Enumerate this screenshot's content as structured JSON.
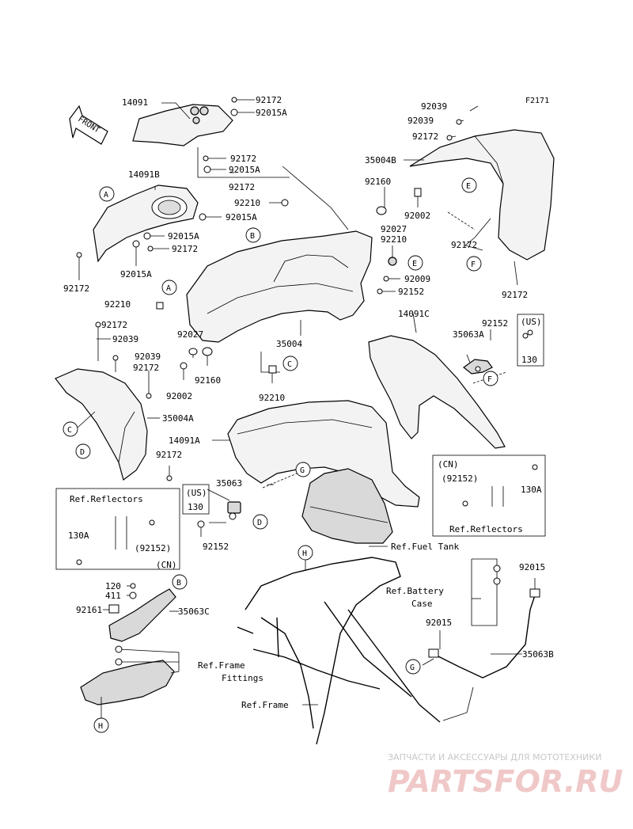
{
  "diagram_code": "F2171",
  "front_arrow_text": "FRONT",
  "watermark": {
    "tagline": "ЗАПЧАСТИ И АКСЕССУАРЫ ДЛЯ МОТОТЕХНИКИ",
    "logo": "PARTSFOR.RU"
  },
  "part_labels": {
    "p14091": "14091",
    "p92172_a": "92172",
    "p92015A_a": "92015A",
    "p92172_b": "92172",
    "p92015A_b": "92015A",
    "p14091B": "14091B",
    "p92172_c": "92172",
    "p92015A_c": "92015A",
    "p92015A_d": "92015A",
    "p92172_d": "92172",
    "p92172_e": "92172",
    "p92015A_e": "92015A",
    "p92210_a": "92210",
    "p92210_b": "92210",
    "p92039_a": "92039",
    "p92039_b": "92039",
    "p92172_f": "92172",
    "p35004B": "35004B",
    "p92160_a": "92160",
    "p92002_a": "92002",
    "p92027_a": "92027",
    "p92210_c": "92210",
    "p92172_g": "92172",
    "p92172_h": "92172",
    "p92009": "92009",
    "p92152_a": "92152",
    "p14091C": "14091C",
    "p92152_b": "92152",
    "p35063A": "35063A",
    "p130_a": "130",
    "us_a": "(US)",
    "p35004": "35004",
    "p92172_i": "92172",
    "p92039_c": "92039",
    "p92039_d": "92039",
    "p92172_j": "92172",
    "p92027_b": "92027",
    "p92002_b": "92002",
    "p92160_b": "92160",
    "p92210_d": "92210",
    "p35004A": "35004A",
    "p92172_k": "92172",
    "p14091A": "14091A",
    "cn_a": "(CN)",
    "p92152_c": "(92152)",
    "p130A_a": "130A",
    "refl_a": "Ref.Reflectors",
    "refl_b": "Ref.Reflectors",
    "p130A_b": "130A",
    "p92152_d": "(92152)",
    "cn_b": "(CN)",
    "us_b": "(US)",
    "p130_b": "130",
    "p35063": "35063",
    "p92152_e": "92152",
    "ref_fuel_tank": "Ref.Fuel Tank",
    "p120": "120",
    "p411": "411",
    "p92161": "92161",
    "p35063C": "35063C",
    "ref_frame_fittings_1": "Ref.Frame",
    "ref_frame_fittings_2": "Fittings",
    "ref_frame": "Ref.Frame",
    "ref_battery_1": "Ref.Battery",
    "ref_battery_2": "Case",
    "p92015_a": "92015",
    "p92015_b": "92015",
    "p35063B": "35063B"
  },
  "callouts": {
    "A1": "A",
    "A2": "A",
    "B1": "B",
    "B2": "B",
    "C1": "C",
    "C2": "C",
    "D1": "D",
    "D2": "D",
    "E1": "E",
    "E2": "E",
    "F1": "F",
    "F2": "F",
    "G1": "G",
    "G2": "G",
    "H1": "H",
    "H2": "H"
  }
}
